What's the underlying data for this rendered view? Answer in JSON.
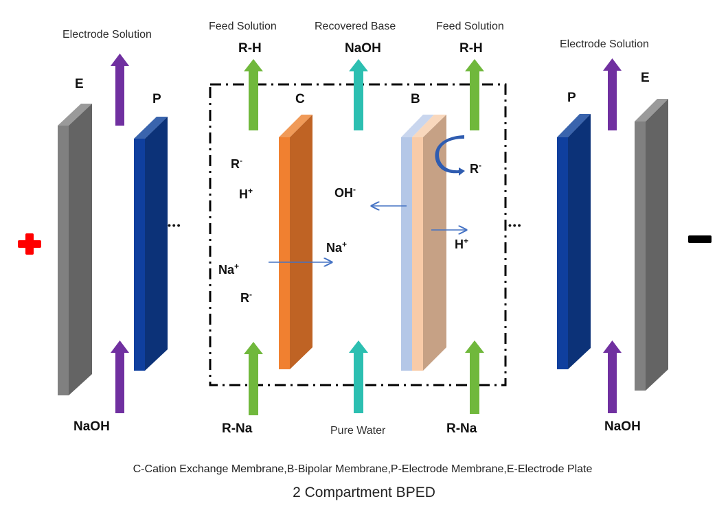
{
  "top_labels": {
    "electrode_solution_left": "Electrode Solution",
    "feed_solution_left": "Feed Solution",
    "recovered_base": "Recovered Base",
    "feed_solution_right": "Feed Solution",
    "electrode_solution_right": "Electrode Solution"
  },
  "outlet_species": {
    "rh_left": "R-H",
    "naoh_center": "NaOH",
    "rh_right": "R-H"
  },
  "inlet_species": {
    "naoh_left": "NaOH",
    "rna_left": "R-Na",
    "pure_water": "Pure Water",
    "rna_right": "R-Na",
    "naoh_right": "NaOH"
  },
  "membrane_letters": {
    "e_left": "E",
    "p_left": "P",
    "c": "C",
    "b": "B",
    "p_right": "P",
    "e_right": "E"
  },
  "ions": {
    "r_minus_1": {
      "base": "R",
      "charge": "-"
    },
    "h_plus_1": {
      "base": "H",
      "charge": "+"
    },
    "na_plus_left": {
      "base": "Na",
      "charge": "+"
    },
    "r_minus_2": {
      "base": "R",
      "charge": "-"
    },
    "oh_minus": {
      "base": "OH",
      "charge": "-"
    },
    "na_plus_center": {
      "base": "Na",
      "charge": "+"
    },
    "r_minus_right": {
      "base": "R",
      "charge": "-"
    },
    "h_plus_right": {
      "base": "H",
      "charge": "+"
    }
  },
  "ellipsis": "• • •",
  "polarity": {
    "anode": "+",
    "cathode": "−"
  },
  "caption": "C-Cation Exchange Membrane,B-Bipolar Membrane,P-Electrode Membrane,E-Electrode Plate",
  "title": "2 Compartment BPED",
  "colors": {
    "electrode_front": "#808080",
    "electrode_side": "#646464",
    "electrode_top": "#9a9a9a",
    "p_front": "#0f3f9e",
    "p_side": "#0c3278",
    "p_top": "#3a64ad",
    "c_front": "#f08030",
    "c_side": "#bf6324",
    "c_top": "#f09a58",
    "b_blue": "#b4c7e7",
    "b_peach": "#f8cba8",
    "b_brown": "#c6a185",
    "arrow_purple": "#7030a0",
    "arrow_green": "#70b83c",
    "arrow_teal": "#2cbfb1",
    "ion_arrow": "#4472c4",
    "curved_arrow": "#2f5cb0",
    "plus": "#ff0000",
    "minus": "#000000"
  }
}
